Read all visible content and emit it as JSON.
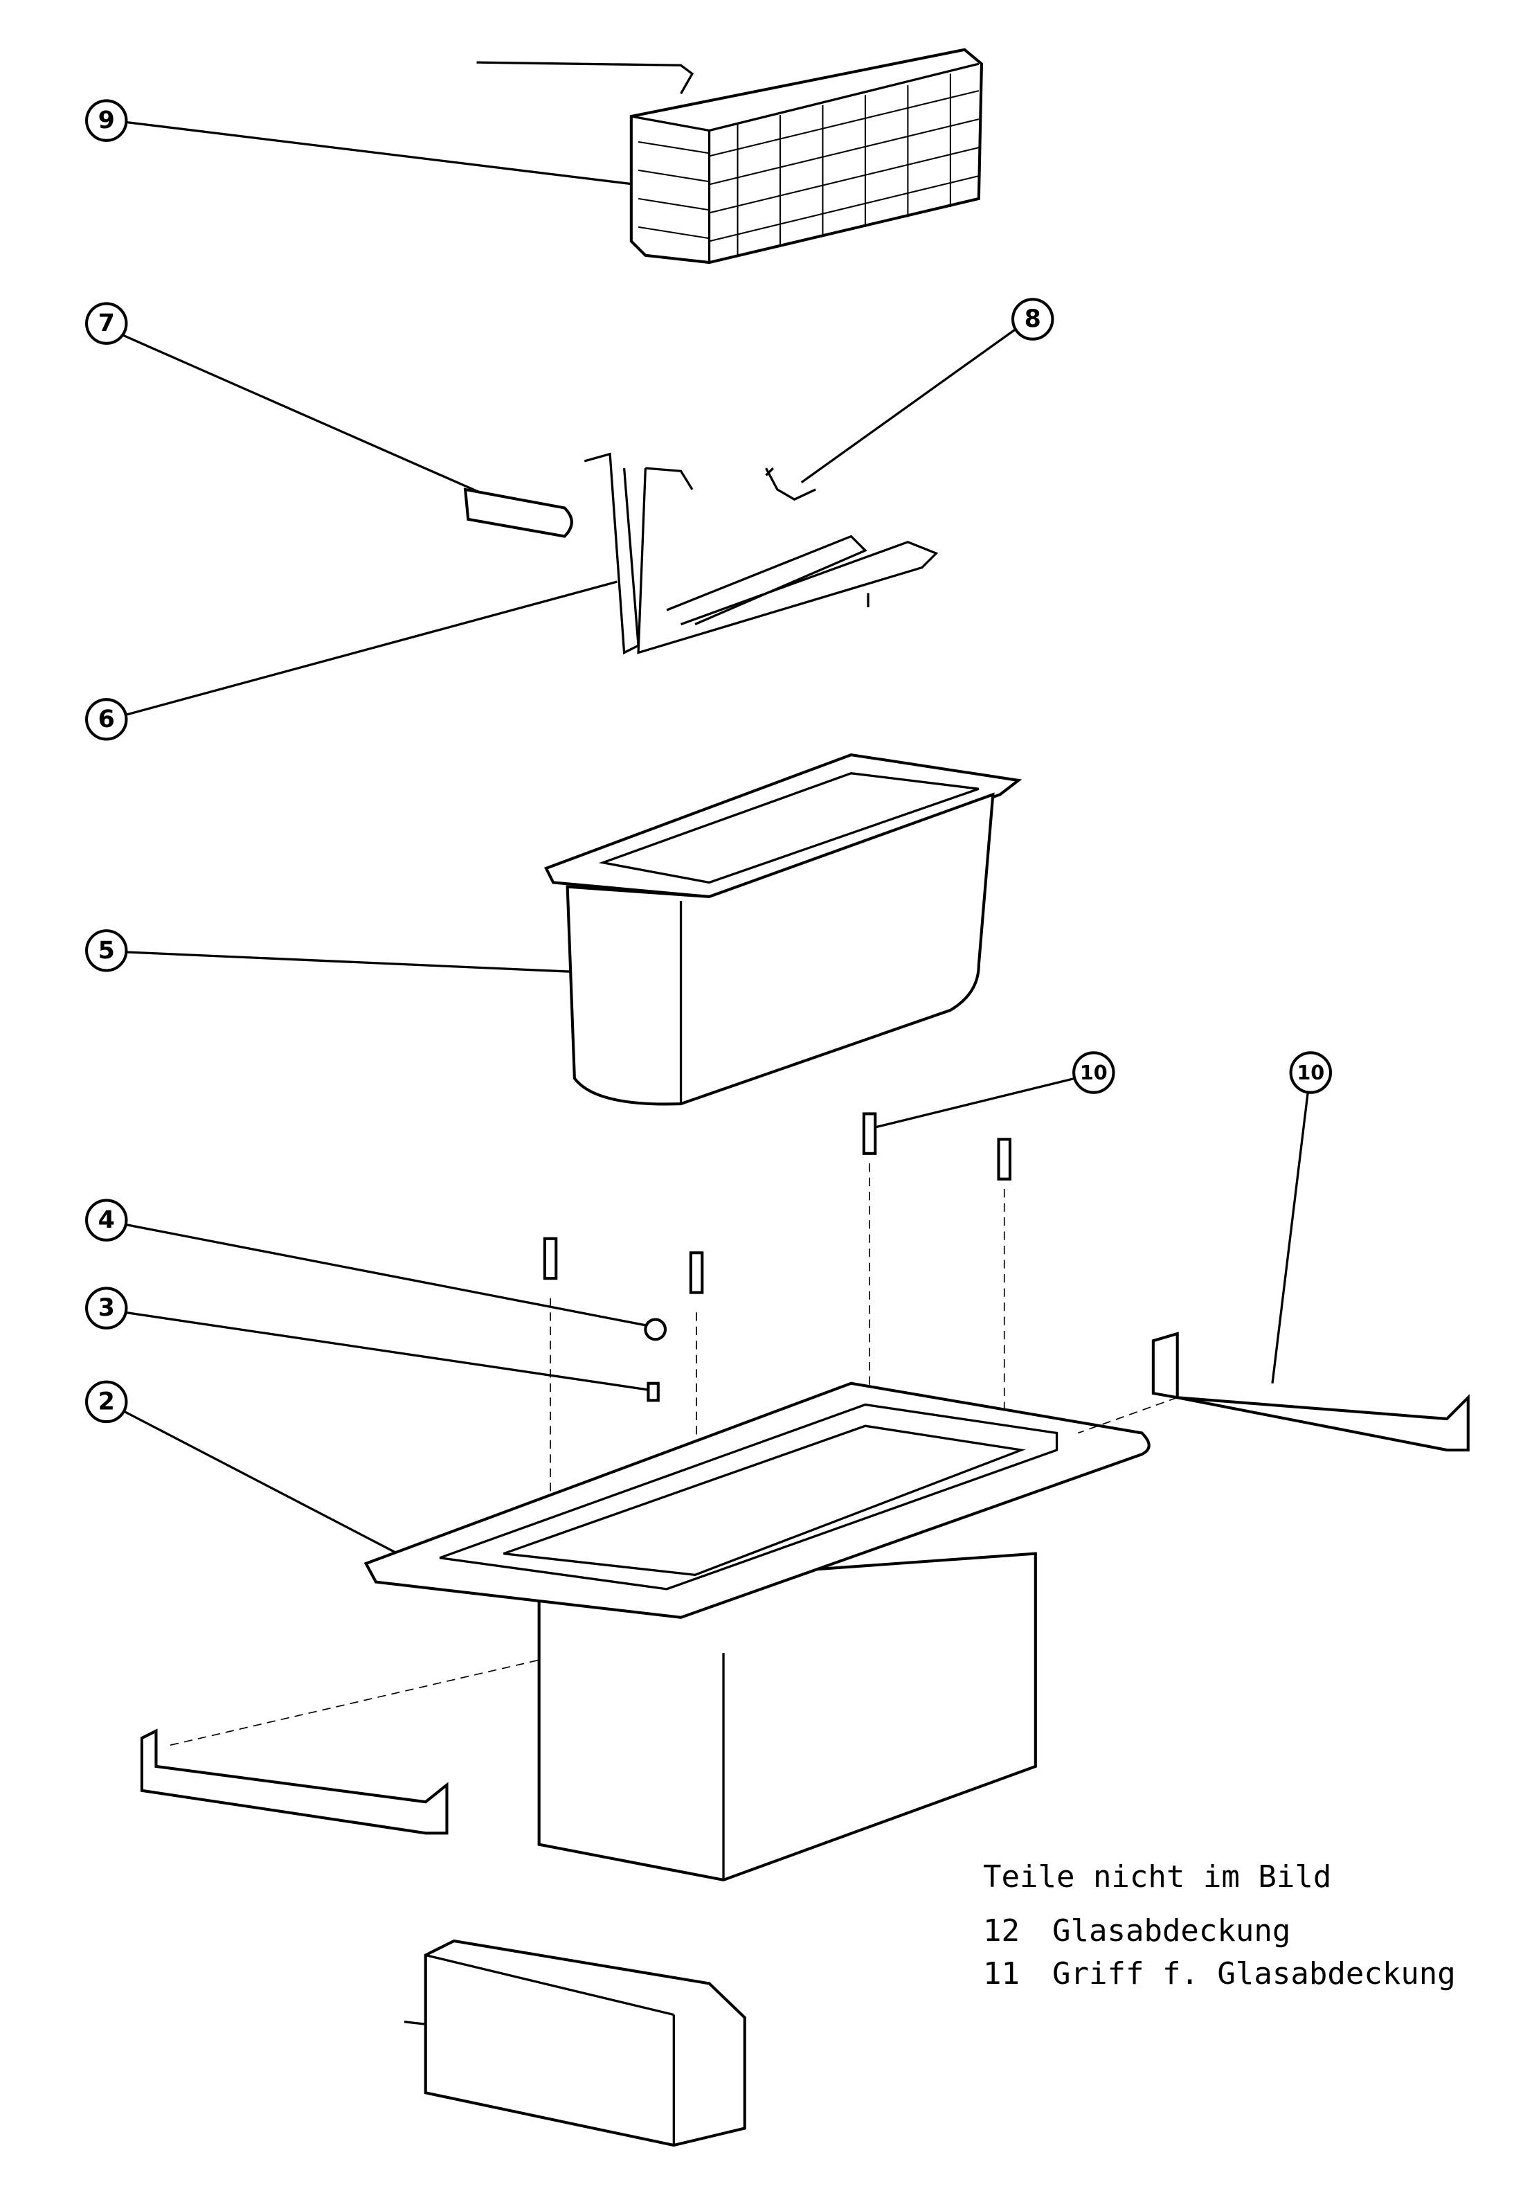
{
  "callouts": [
    "9",
    "7",
    "8",
    "6",
    "5",
    "10",
    "10",
    "4",
    "3",
    "2"
  ],
  "legend": {
    "title": "Teile nicht im Bild",
    "items": [
      {
        "number": "12",
        "label": "Glasabdeckung"
      },
      {
        "number": "11",
        "label": "Griff f. Glasabdeckung"
      }
    ]
  }
}
